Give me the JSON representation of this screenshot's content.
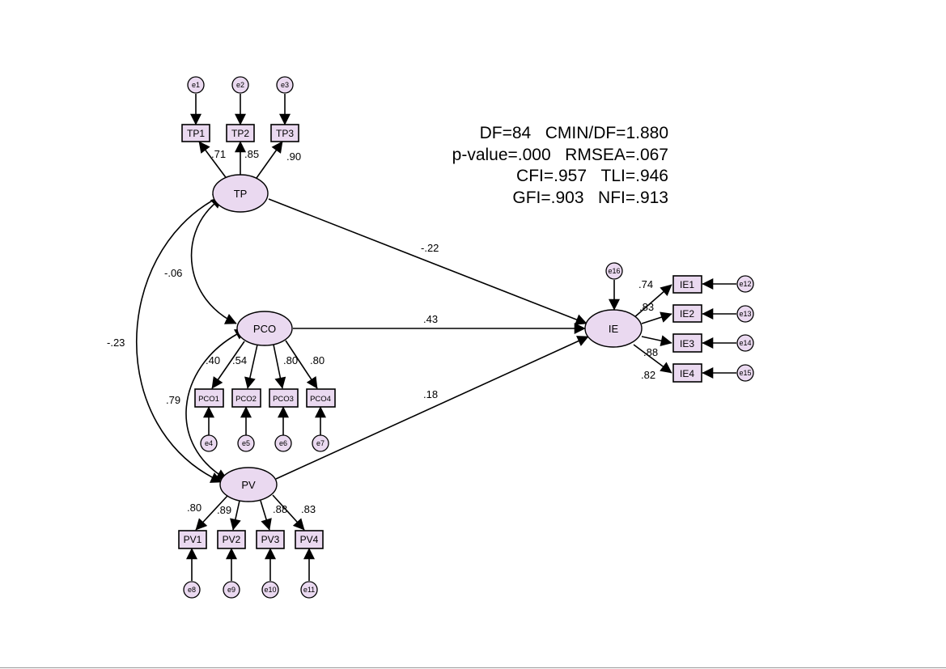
{
  "fit_statistics": {
    "line1": "DF=84   CMIN/DF=1.880",
    "line2": "p-value=.000   RMSEA=.067",
    "line3": "CFI=.957   TLI=.946",
    "line4": "GFI=.903   NFI=.913"
  },
  "colors": {
    "node_fill": "#ead9f0",
    "node_stroke": "#000000",
    "arrow": "#000000"
  },
  "latent_variables": {
    "TP": "TP",
    "PCO": "PCO",
    "PV": "PV",
    "IE": "IE"
  },
  "indicators": {
    "TP1": "TP1",
    "TP2": "TP2",
    "TP3": "TP3",
    "PCO1": "PCO1",
    "PCO2": "PCO2",
    "PCO3": "PCO3",
    "PCO4": "PCO4",
    "PV1": "PV1",
    "PV2": "PV2",
    "PV3": "PV3",
    "PV4": "PV4",
    "IE1": "IE1",
    "IE2": "IE2",
    "IE3": "IE3",
    "IE4": "IE4"
  },
  "errors": {
    "e1": "e1",
    "e2": "e2",
    "e3": "e3",
    "e4": "e4",
    "e5": "e5",
    "e6": "e6",
    "e7": "e7",
    "e8": "e8",
    "e9": "e9",
    "e10": "e10",
    "e11": "e11",
    "e12": "e12",
    "e13": "e13",
    "e14": "e14",
    "e15": "e15",
    "e16": "e16"
  },
  "loadings": {
    "TP1": ".71",
    "TP2": ".85",
    "TP3": ".90",
    "PCO1": ".40",
    "PCO2": ".54",
    "PCO3": ".80",
    "PCO4": ".80",
    "PV1": ".80",
    "PV2": ".89",
    "PV3": ".88",
    "PV4": ".83",
    "IE1": ".74",
    "IE2": ".83",
    "IE3": ".88",
    "IE4": ".82"
  },
  "paths": {
    "TP_IE": "-.22",
    "PCO_IE": ".43",
    "PV_IE": ".18"
  },
  "covariances": {
    "TP_PCO": "-.06",
    "PCO_PV": ".79",
    "TP_PV": "-.23"
  }
}
